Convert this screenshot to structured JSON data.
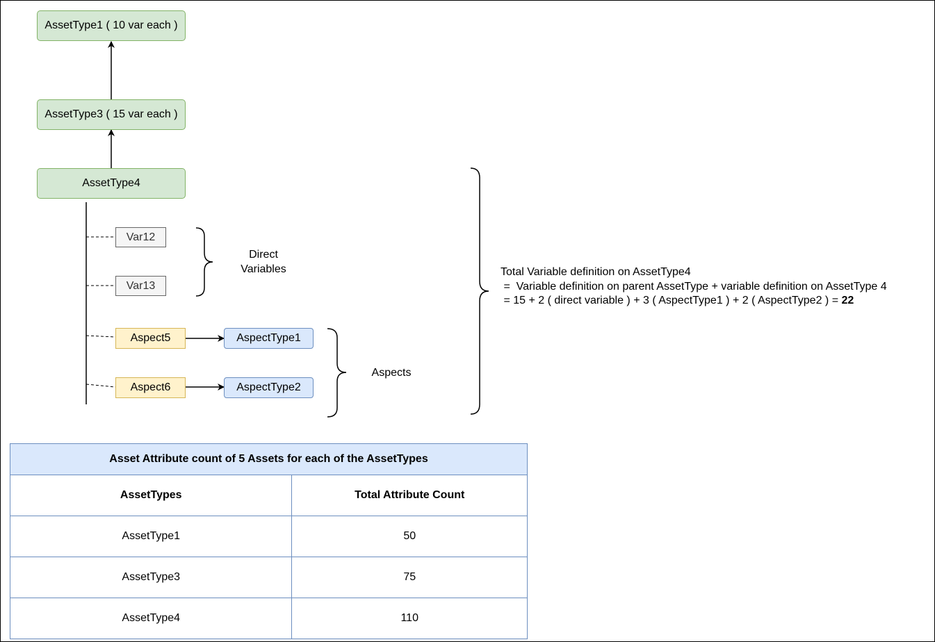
{
  "hierarchy": {
    "asset_type1": "AssetType1 ( 10 var each )",
    "asset_type3": "AssetType3 ( 15 var each )",
    "asset_type4": "AssetType4"
  },
  "direct_variables": {
    "items": [
      "Var12",
      "Var13"
    ],
    "label_line1": "Direct",
    "label_line2": "Variables"
  },
  "aspects": {
    "items": [
      {
        "aspect": "Aspect5",
        "aspect_type": "AspectType1"
      },
      {
        "aspect": "Aspect6",
        "aspect_type": "AspectType2"
      }
    ],
    "label": "Aspects"
  },
  "formula": {
    "line1": "Total Variable definition on AssetType4",
    "line2": " =  Variable definition on parent AssetType + variable definition on AssetType 4",
    "line3_prefix": " = 15 + 2 ( direct variable ) + 3 ( AspectType1 ) + 2 ( AspectType2 ) = ",
    "line3_result": "22"
  },
  "table": {
    "caption": "Asset  Attribute count of 5 Assets for each of the AssetTypes",
    "headers": [
      "AssetTypes",
      "Total Attribute Count"
    ],
    "rows": [
      [
        "AssetType1",
        "50"
      ],
      [
        "AssetType3",
        "75"
      ],
      [
        "AssetType4",
        "110"
      ]
    ]
  },
  "colors": {
    "green_fill": "#d5e8d4",
    "green_stroke": "#82b366",
    "gray_fill": "#f5f5f5",
    "gray_stroke": "#666666",
    "yellow_fill": "#fff2cc",
    "yellow_stroke": "#d6b656",
    "blue_fill": "#dae8fc",
    "blue_stroke": "#6c8ebf"
  }
}
